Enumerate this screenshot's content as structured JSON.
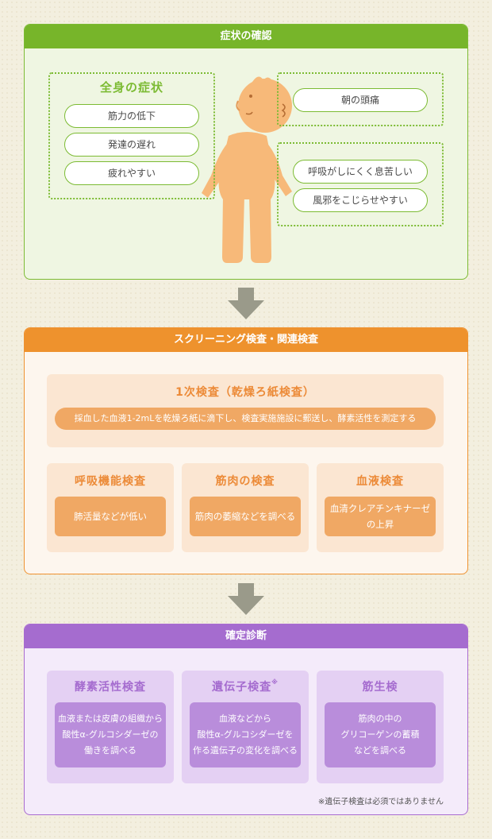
{
  "symptoms": {
    "header": "症状の確認",
    "whole_body": {
      "title": "全身の症状",
      "items": [
        "筋力の低下",
        "発達の遅れ",
        "疲れやすい"
      ]
    },
    "head": {
      "items": [
        "朝の頭痛"
      ]
    },
    "chest": {
      "items": [
        "呼吸がしにくく息苦しい",
        "風邪をこじらせやすい"
      ]
    }
  },
  "screening": {
    "header": "スクリーニング検査・関連検査",
    "primary": {
      "title": "1次検査（乾燥ろ紙検査）",
      "description": "採血した血液1-2mLを乾燥ろ紙に滴下し、検査実施施設に郵送し、酵素活性を測定する"
    },
    "tests": [
      {
        "title": "呼吸機能検査",
        "description": "肺活量などが低い"
      },
      {
        "title": "筋肉の検査",
        "description": "筋肉の萎縮などを調べる"
      },
      {
        "title": "血液検査",
        "description": "血清クレアチンキナーゼ\nの上昇"
      }
    ]
  },
  "diagnosis": {
    "header": "確定診断",
    "tests": [
      {
        "title": "酵素活性検査",
        "marker": "",
        "description": "血液または皮膚の組織から\n酸性α-グルコシダーゼの\n働きを調べる"
      },
      {
        "title": "遺伝子検査",
        "marker": "※",
        "description": "血液などから\n酸性α-グルコシダーゼを\n作る遺伝子の変化を調べる"
      },
      {
        "title": "筋生検",
        "marker": "",
        "description": "筋肉の中の\nグリコーゲンの蓄積\nなどを調べる"
      }
    ],
    "note": "※遺伝子検査は必須ではありません"
  },
  "colors": {
    "green": "#77b52a",
    "orange": "#ee922d",
    "purple": "#a56ccf",
    "arrow": "#9a9a8a",
    "figure": "#f7b979"
  },
  "icons": [
    "down-arrow-icon",
    "child-figure-icon"
  ]
}
